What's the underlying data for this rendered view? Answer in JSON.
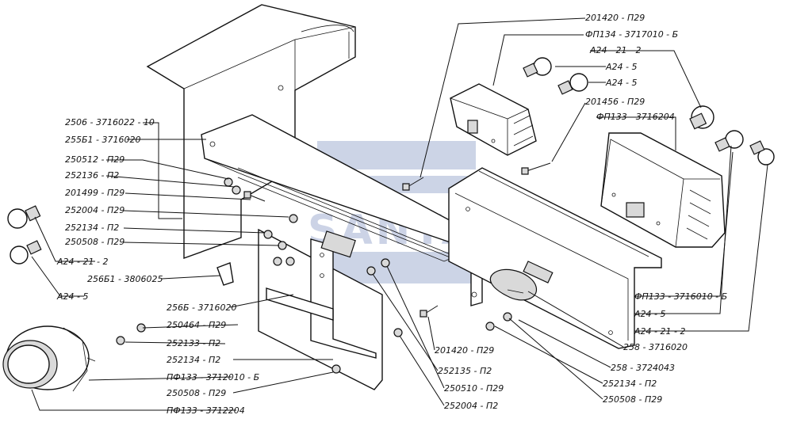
{
  "watermark": "SANTAI",
  "labels_right_top": [
    "201420 - П29",
    "ФП134 - 3717010 - Б",
    "А24 - 21 - 2",
    "А24 - 5",
    "А24 - 5",
    "201456 - П29",
    "ФП133 - 3716204"
  ],
  "labels_left": [
    "2506 - 3716022 - 10",
    "255Б1 - 3716020",
    "250512 - П29",
    "252136 - П2",
    "201499 - П29",
    "252004 - П29",
    "252134 - П2",
    "250508 - П29",
    "А24 - 21 - 2",
    "256Б1 - 3806025",
    "А24 - 5"
  ],
  "labels_bottom_mid": [
    "256Б - 3716020",
    "250464 - П29",
    "252133 - П2",
    "252134 - П2",
    "ПФ133 - 3712010 - Б",
    "250508 - П29",
    "ПФ133 - 3712204"
  ],
  "labels_bottom_center": [
    "201420 - П29",
    "252135 - П2",
    "250510 - П29",
    "252004 - П2"
  ],
  "labels_bottom_right": [
    "ФП133 - 3716010 - Б",
    "А24 - 5",
    "А24 - 21 - 2",
    "258 - 3716020",
    "258 - 3724043",
    "252134 - П2",
    "250508 - П29"
  ]
}
